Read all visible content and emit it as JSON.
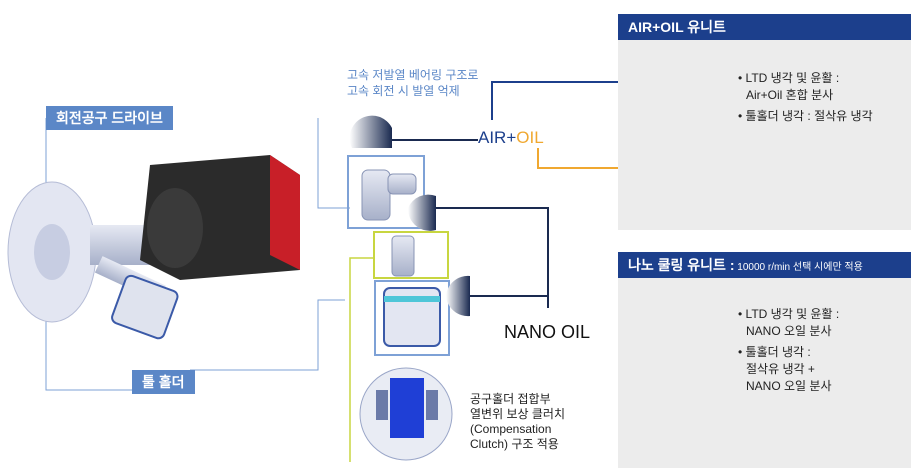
{
  "tags": {
    "spindle_drive": "회전공구 드라이브",
    "tool_holder": "툴 홀더"
  },
  "bearing_note": [
    "고속 저발열 베어링 구조로",
    "고속 회전 시 발열 억제"
  ],
  "air_oil_label": {
    "air": "AIR+",
    "oil": "OIL"
  },
  "nano_oil_label": "NANO OIL",
  "clutch_note": [
    "공구홀더 접합부",
    "열변위 보상 클러치",
    "(Compensation",
    "Clutch) 구조 적용"
  ],
  "air_oil_panel": {
    "title": "AIR+OIL 유니트",
    "bullets": [
      {
        "lines": [
          "• LTD 냉각 및 윤활 :",
          "Air+Oil 혼합 분사"
        ]
      },
      {
        "lines": [
          "• 툴홀더 냉각 : 절삭유 냉각"
        ]
      }
    ]
  },
  "nano_panel": {
    "title": "나노 쿨링 유니트 :",
    "subtitle": " 10000 r/min 선택 시에만 적용",
    "bullets": [
      {
        "lines": [
          "• LTD 냉각 및 윤활 :",
          "NANO 오일 분사"
        ]
      },
      {
        "lines": [
          "• 툴홀더 냉각 :",
          "절삭유 냉각 +",
          "NANO 오일 분사"
        ]
      }
    ]
  },
  "colors": {
    "tag_blue": "#5b87c7",
    "panel_navy": "#1c3f8c",
    "air_line": "#1c3f8c",
    "oil_line": "#f0a830",
    "nano_line": "#1a2a50",
    "yellow_box": "#c8d640"
  }
}
